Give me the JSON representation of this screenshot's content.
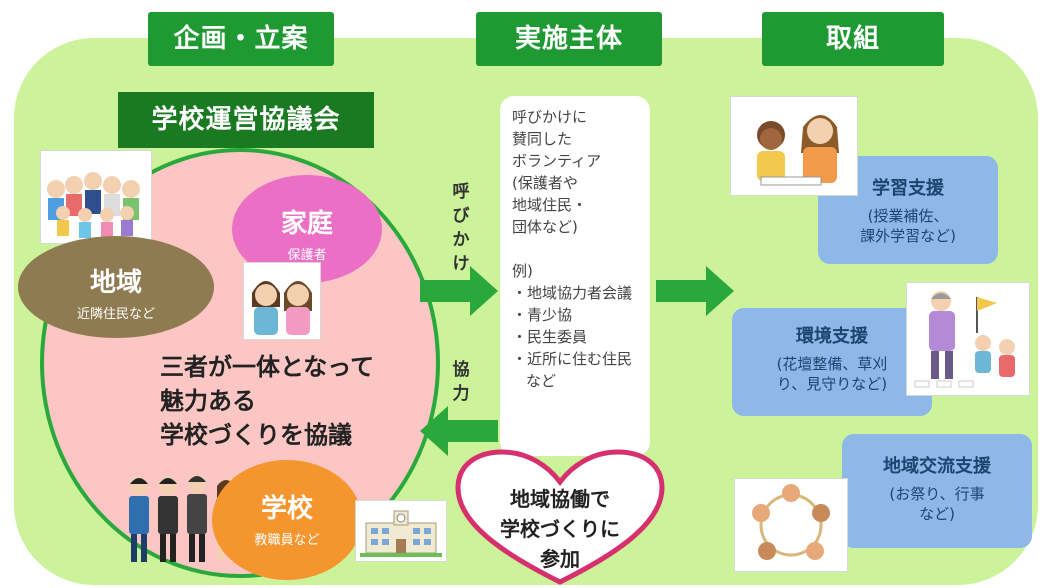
{
  "headers": {
    "plan": "企画・立案",
    "actor": "実施主体",
    "activity": "取組"
  },
  "council": "学校運営協議会",
  "groups": {
    "region": {
      "title": "地域",
      "sub": "近隣住民など"
    },
    "family": {
      "title": "家庭",
      "sub": "保護者"
    },
    "school": {
      "title": "学校",
      "sub": "教職員など"
    }
  },
  "main_text": [
    "三者が一体となって",
    "魅力ある",
    "学校づくりを協議"
  ],
  "volunteer": {
    "lines": [
      "呼びかけに",
      "賛同した",
      "ボランティア",
      "(保護者や",
      "地域住民・",
      "団体など)"
    ],
    "example_label": "例)",
    "examples": [
      "・地域協力者会議",
      "・青少協",
      "・民生委員",
      "・近所に住む住民など"
    ]
  },
  "arrows": {
    "call": "呼びかけ",
    "cooperate": "協力"
  },
  "heart": [
    "地域協働で",
    "学校づくりに",
    "参加"
  ],
  "activities": [
    {
      "title": "学習支援",
      "sub": [
        "(授業補佐、",
        "課外学習など)"
      ]
    },
    {
      "title": "環境支援",
      "sub": [
        "(花壇整備、草刈",
        "り、見守りなど)"
      ]
    },
    {
      "title": "地域交流支援",
      "sub": [
        "(お祭り、行事",
        "など)"
      ]
    }
  ],
  "colors": {
    "panel": "#ccf39a",
    "header": "#1f9a33",
    "arrow": "#2aa83c",
    "circle": "#fbc6c4",
    "region": "#8f7b52",
    "family": "#ec6fc6",
    "school": "#f5952e",
    "activity_box": "#8db8e8",
    "heart_stroke": "#d6306e"
  }
}
